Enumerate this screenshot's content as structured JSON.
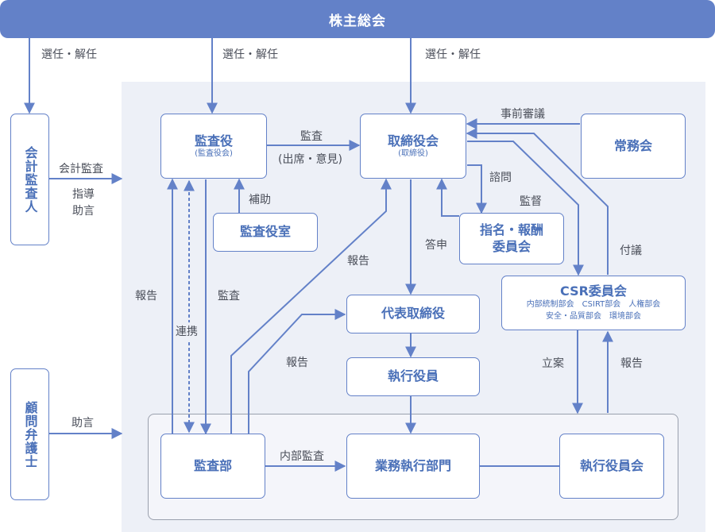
{
  "title": "株主総会",
  "boxes": {
    "auditor_external": "会計監査人",
    "legal_advisor": "顧問弁護士",
    "kansayaku": {
      "title": "監査役",
      "sub": "(監査役会)"
    },
    "board": {
      "title": "取締役会",
      "sub": "(取締役)"
    },
    "executive_committee": "常務会",
    "kansayaku_office": "監査役室",
    "nomination": {
      "line1": "指名・報酬",
      "line2": "委員会"
    },
    "representative": "代表取締役",
    "officers": "執行役員",
    "csr": {
      "title": "CSR委員会",
      "line1": "内部統制部会　CSIRT部会　人権部会",
      "line2": "安全・品質部会　環境部会"
    },
    "audit_dept": "監査部",
    "operations": "業務執行部門",
    "officers_meeting": "執行役員会"
  },
  "labels": {
    "appoint_1": "選任・解任",
    "appoint_2": "選任・解任",
    "appoint_3": "選任・解任",
    "accounting_audit": "会計監査",
    "guidance_1": "指導",
    "guidance_2": "助言",
    "audit_top": "監査",
    "attend": "(出席・意見)",
    "prior_deliberation": "事前審議",
    "assist": "補助",
    "consult": "諮問",
    "supervise": "監督",
    "answer": "答申",
    "proposal": "付議",
    "report_board": "報告",
    "report_left": "報告",
    "audit_left": "監査",
    "cooperation": "連携",
    "report_mid": "報告",
    "plan": "立案",
    "report_csr": "報告",
    "advice": "助言",
    "internal_audit": "内部監査"
  },
  "colors": {
    "accent": "#6381c8",
    "text": "#4a70b8",
    "label": "#4b4f5a",
    "panel": "#edf0f7",
    "inner_border": "#9aa0ad"
  }
}
